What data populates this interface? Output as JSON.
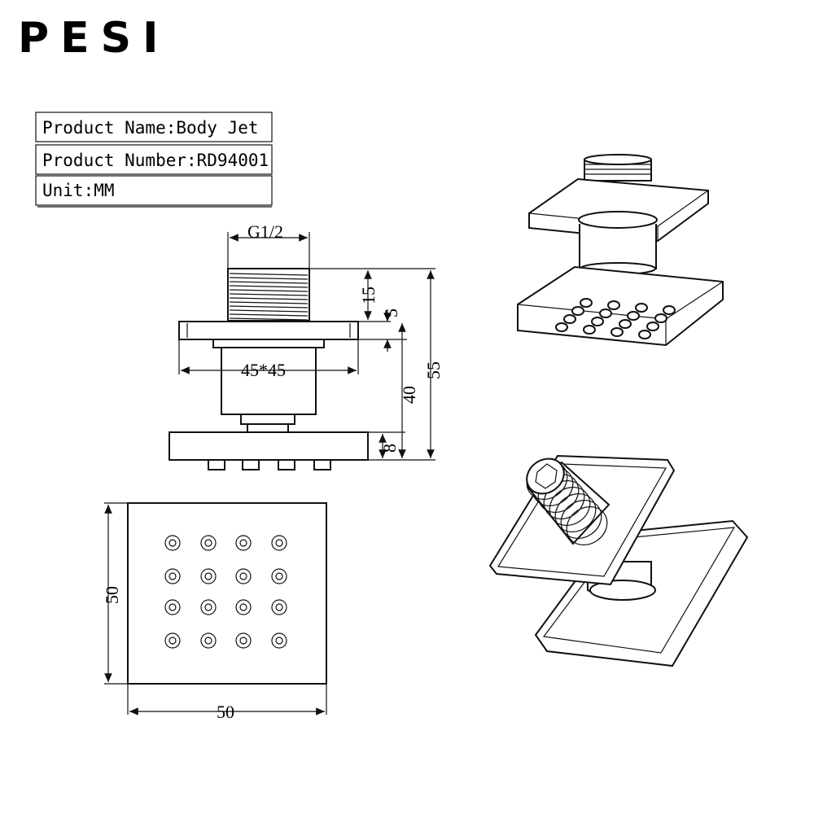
{
  "brand": {
    "name": "PESI"
  },
  "spec_table": {
    "product_name": "Product Name:Body Jet",
    "product_number": "Product Number:RD94001",
    "unit": "Unit:MM"
  },
  "dimensions": {
    "thread": "G1/2",
    "thread_height": "15",
    "plate_thickness": "5",
    "plate_size": "45*45",
    "body_height": "40",
    "total_height": "55",
    "head_thickness": "8",
    "face_width": "50",
    "face_height": "50"
  },
  "nozzle_grid": {
    "rows": 4,
    "cols": 4
  },
  "colors": {
    "line": "#111111",
    "background": "#ffffff",
    "shading": "#dcdcdc"
  }
}
